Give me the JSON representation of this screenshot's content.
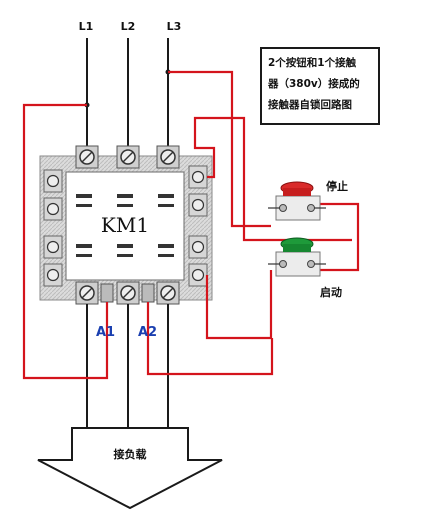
{
  "title_lines": [
    "2个按钮和1个接触",
    "器（380v）接成的",
    "接触器自锁回路图"
  ],
  "phases": [
    "L1",
    "L2",
    "L3"
  ],
  "contactor_label": "KM1",
  "coil_terminals": [
    "A1",
    "A2"
  ],
  "stop_button": {
    "label": "停止",
    "color": "#d92b2b"
  },
  "start_button": {
    "label": "启动",
    "color": "#1e9a3a"
  },
  "load_label": "接负载",
  "colors": {
    "wire_red": "#d4141c",
    "wire_black": "#1a1a1a",
    "body_fill": "#f3f3f3",
    "coil_label": "#1a3fb0"
  },
  "icons": [
    "screw-terminal-icon",
    "push-button-icon",
    "down-arrow-icon"
  ]
}
